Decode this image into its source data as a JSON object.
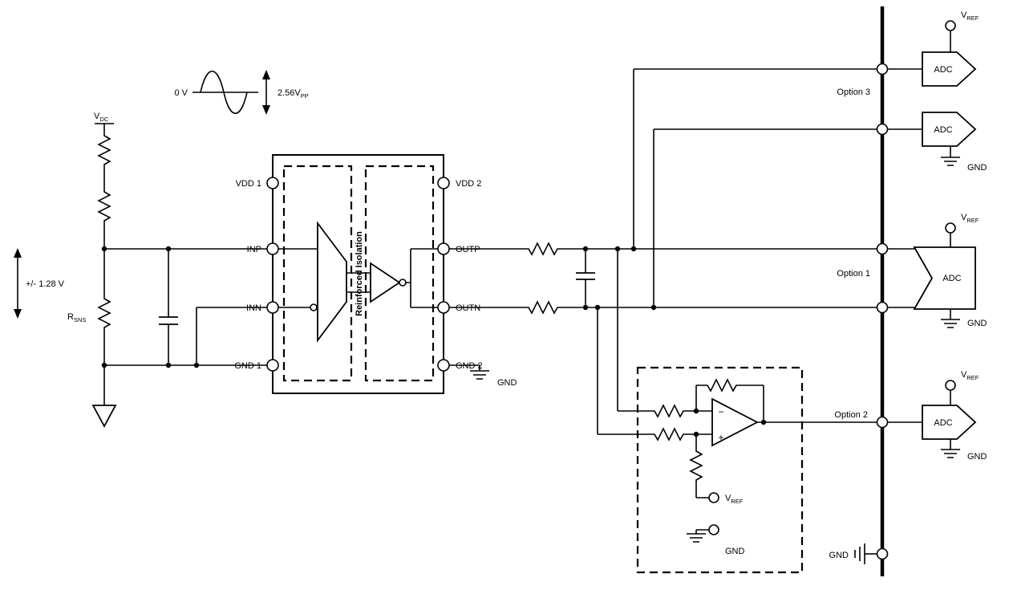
{
  "diagram": {
    "source": {
      "vdc": {
        "main": "V",
        "sub": "DC"
      },
      "rsns": {
        "main": "R",
        "sub": "SNS"
      },
      "range": "+/- 1.28 V"
    },
    "waveform": {
      "zero": "0 V",
      "vpp": {
        "main": "2.56V",
        "sub": "PP"
      }
    },
    "isolator": {
      "pins_left": {
        "vdd1": "VDD 1",
        "inp": "INP",
        "inn": "INN",
        "gnd1": "GND 1"
      },
      "pins_right": {
        "vdd2": "VDD 2",
        "outp": "OUTP",
        "outn": "OUTN",
        "gnd2": "GND 2"
      },
      "barrier": "Reinforced Isolation"
    },
    "opamp": {
      "minus": "−",
      "plus": "+"
    },
    "adc_label": "ADC",
    "vref": {
      "main": "V",
      "sub": "REF"
    },
    "gnd": "GND",
    "options": {
      "one": "Option 1",
      "two": "Option 2",
      "three": "Option 3"
    }
  }
}
